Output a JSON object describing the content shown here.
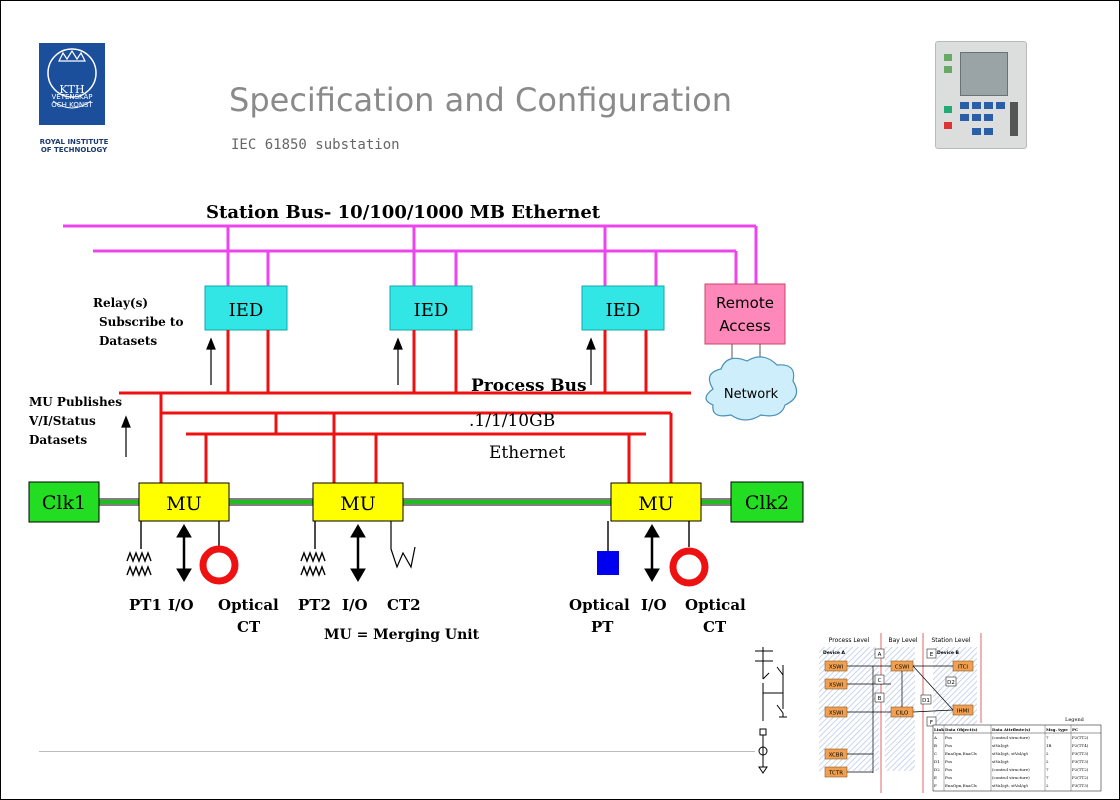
{
  "slide": {
    "title": "Specification and Configuration",
    "subtitle": "IEC 61850 substation",
    "logo": {
      "kth": "KTH",
      "inner_text": "VETENSKAP\nOCH KONST",
      "caption": "ROYAL INSTITUTE\nOF TECHNOLOGY"
    }
  },
  "diagram": {
    "station_bus_label": "Station Bus- 10/100/1000 MB Ethernet",
    "ied_label": "IED",
    "remote_access_line1": "Remote",
    "remote_access_line2": "Access",
    "network_label": "Network",
    "relay_note_1": "Relay(s)",
    "relay_note_2": "Subscribe to",
    "relay_note_3": "Datasets",
    "process_bus_label": "Process Bus",
    "process_bus_speed": ".1/1/10GB",
    "process_bus_ethernet": "Ethernet",
    "mu_note_1": "MU Publishes",
    "mu_note_2": "V/I/Status",
    "mu_note_3": "Datasets",
    "clk1": "Clk1",
    "clk2": "Clk2",
    "mu_label": "MU",
    "pt1": "PT1",
    "io": "I/O",
    "optical_ct_1": "Optical",
    "optical_ct_2": "CT",
    "pt2": "PT2",
    "ct2": "CT2",
    "optical_pt_1": "Optical",
    "optical_pt_2": "PT",
    "mu_definition": "MU = Merging Unit",
    "colors": {
      "station_bus": "#ee44ee",
      "process_bus": "#ee1111",
      "ied_fill": "#33e6e6",
      "remote_fill": "#ff88bb",
      "clk_fill": "#22dd22",
      "mu_fill": "#ffff00",
      "sync_line": "#22bb22"
    }
  },
  "mini_figure": {
    "levels": [
      "Process Level",
      "Bay Level",
      "Station Level"
    ],
    "device_a": "Device A",
    "device_b": "Device B",
    "nodes": [
      "XSWI",
      "XSWI",
      "XSWI",
      "XCBR",
      "TCTR",
      "CSWI",
      "CILO",
      "ITCI",
      "IHMI"
    ],
    "links": [
      "A",
      "B",
      "C",
      "D1",
      "D2",
      "E",
      "F"
    ],
    "legend_title": "Legend",
    "table_headers": [
      "Link",
      "Data Object(s)",
      "Data Attribute(s)",
      "Msg. type",
      "PC"
    ],
    "table_rows": [
      [
        "A",
        "Pos",
        "(control structure)",
        "7",
        "P2(TT2)"
      ],
      [
        "B",
        "Pos",
        "stVal/q/t",
        "1B",
        "P2(TT4)"
      ],
      [
        "C",
        "EnaOpn,EnaCls",
        "stVal/q/t, stVal/q/t",
        "2",
        "P3(TT3)"
      ],
      [
        "D1",
        "Pos",
        "stVal/q/t",
        "2",
        "P3(TT3)"
      ],
      [
        "D2",
        "Pos",
        "(control structure)",
        "7",
        "P2(TT2)"
      ],
      [
        "E",
        "Pos",
        "(control structure)",
        "7",
        "P2(TT2)"
      ],
      [
        "F",
        "EnaOpn,EnaCls",
        "stVal/q/t, stVal/q/t",
        "2",
        "P3(TT3)"
      ]
    ]
  }
}
